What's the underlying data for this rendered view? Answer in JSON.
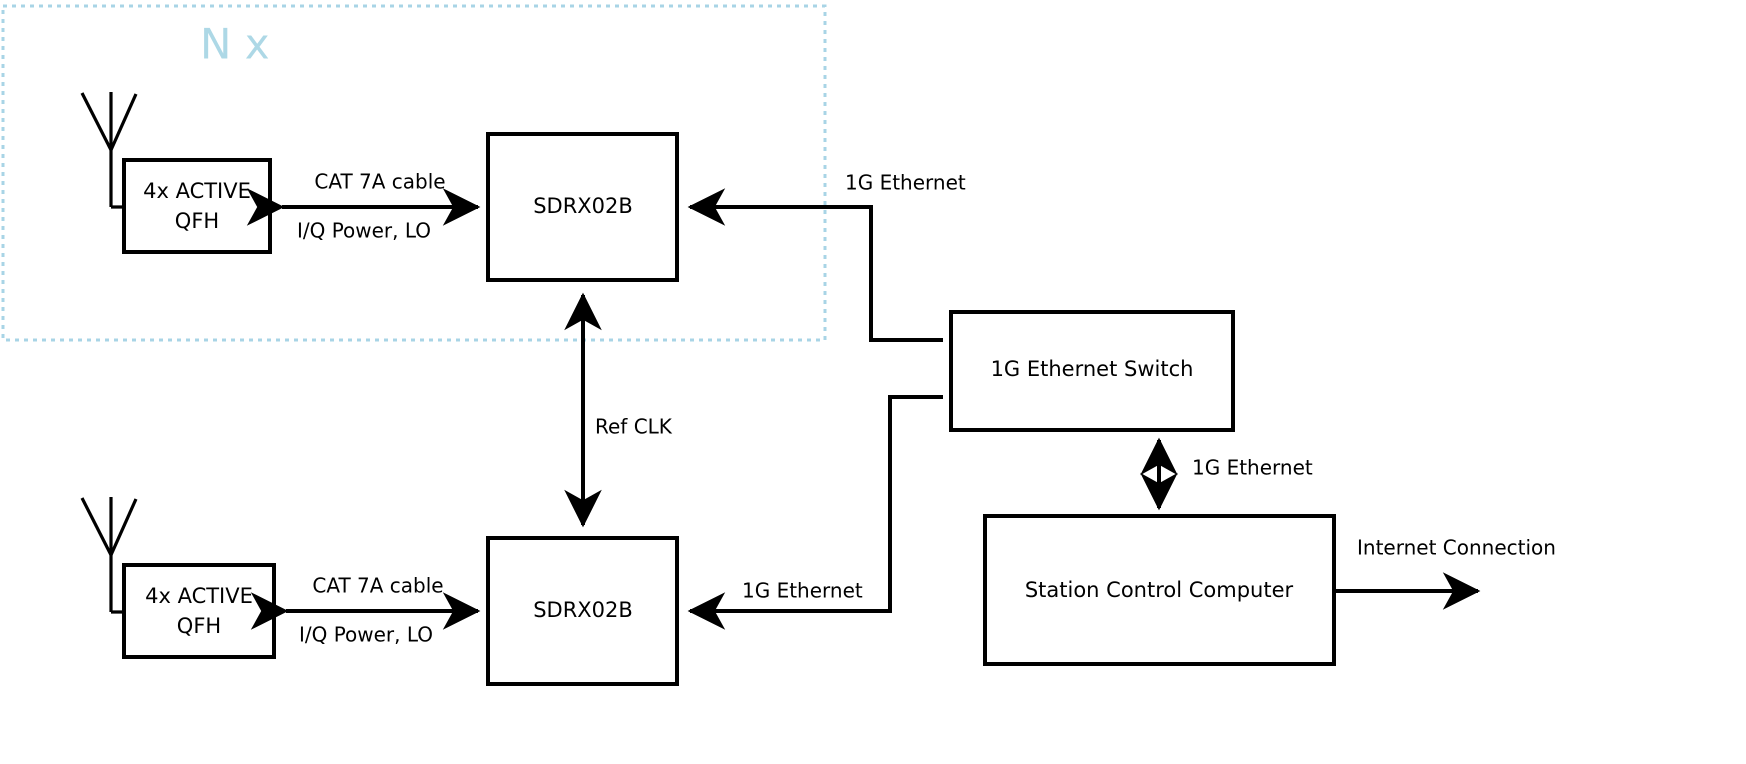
{
  "diagram": {
    "title_group_label": "N x",
    "group_label_color": "#ADD8E6",
    "blocks": [
      {
        "id": "qfh_top",
        "label_line1": "4x ACTIVE",
        "label_line2": "QFH"
      },
      {
        "id": "sdr_top",
        "label": "SDRX02B"
      },
      {
        "id": "qfh_bottom",
        "label_line1": "4x ACTIVE",
        "label_line2": "QFH"
      },
      {
        "id": "sdr_bottom",
        "label": "SDRX02B"
      },
      {
        "id": "switch",
        "label": "1G Ethernet Switch"
      },
      {
        "id": "scc",
        "label": "Station Control Computer"
      }
    ],
    "edge_labels": {
      "cat7a_top": "CAT 7A cable",
      "iq_power_lo_top": "I/Q Power, LO",
      "cat7a_bottom": "CAT 7A cable",
      "iq_power_lo_bottom": "I/Q Power, LO",
      "eth_top": "1G Ethernet",
      "eth_bottom": "1G Ethernet",
      "eth_switch_scc": "1G Ethernet",
      "ref_clk": "Ref CLK",
      "internet": "Internet Connection"
    }
  }
}
